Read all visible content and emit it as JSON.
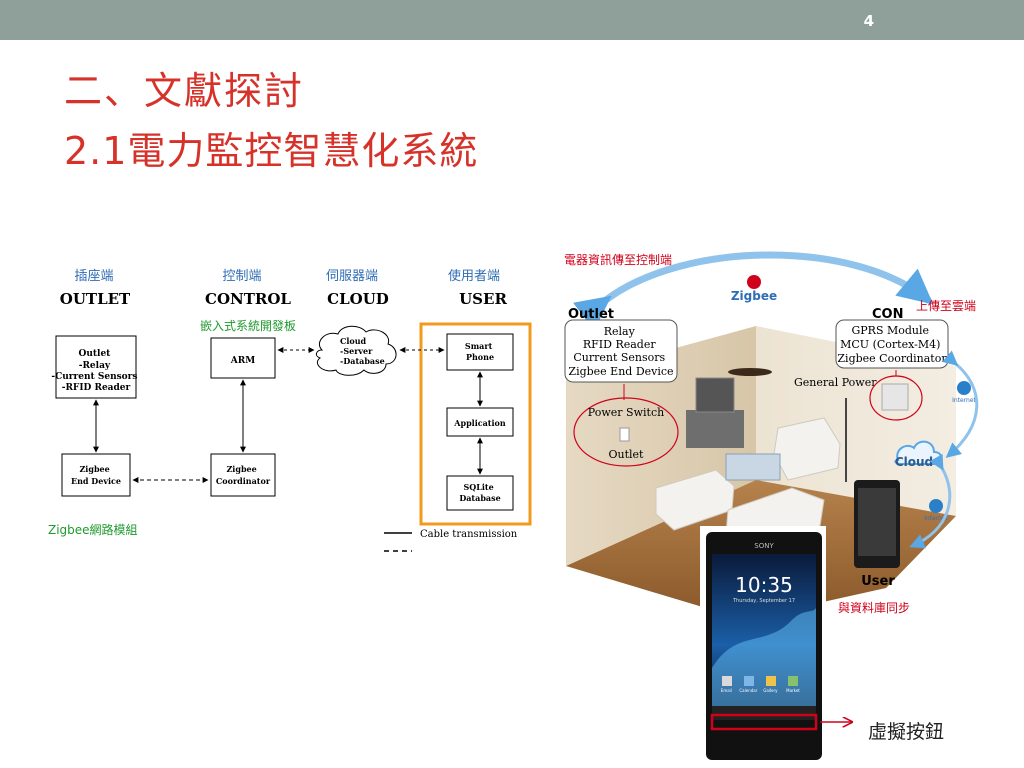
{
  "slide": {
    "page_number": "4",
    "title_line1": "二、文獻探討",
    "title_line2": "2.1電力監控智慧化系統"
  },
  "colors": {
    "title": "#d6322a",
    "topbar": "#8fa09a",
    "label_blue": "#2f6db5",
    "label_green": "#1f9a2e",
    "highlight_orange": "#f29a1c",
    "annotation_red": "#d0021b"
  },
  "block_diagram": {
    "columns": [
      {
        "zh": "插座端",
        "en": "OUTLET"
      },
      {
        "zh": "控制端",
        "en": "CONTROL"
      },
      {
        "zh": "伺服器端",
        "en": "CLOUD"
      },
      {
        "zh": "使用者端",
        "en": "USER"
      }
    ],
    "embedded_label": "嵌入式系統開發板",
    "zigbee_module_label": "Zigbee網路模組",
    "outlet_box": [
      "Outlet",
      "-Relay",
      "-Current Sensors",
      "-RFID Reader"
    ],
    "arm_box": "ARM",
    "cloud_box": [
      "Cloud",
      "-Server",
      "-Database"
    ],
    "smartphone_box": [
      "Smart",
      "Phone"
    ],
    "application_box": "Application",
    "sqlite_box": [
      "SQLite",
      "Database"
    ],
    "zigbee_end_box": [
      "Zigbee",
      "End Device"
    ],
    "zigbee_coord_box": [
      "Zigbee",
      "Coordinator"
    ],
    "legend_cable": "Cable transmission"
  },
  "room_diagram": {
    "top_annotation": "電器資訊傳至控制端",
    "zigbee_logo": "Zigbee",
    "outlet_title": "Outlet",
    "outlet_lines": [
      "Relay",
      "RFID Reader",
      "Current Sensors",
      "Zigbee End Device"
    ],
    "con_title": "CON",
    "con_lines": [
      "GPRS Module",
      "MCU (Cortex-M4)",
      "Zigbee Coordinator"
    ],
    "upload_annotation": "上傳至雲端",
    "general_power": "General Power",
    "power_switch": "Power Switch",
    "outlet_label": "Outlet",
    "internet_label_1": "Internet",
    "internet_label_2": "Internet",
    "cloud_label": "Cloud",
    "user_label": "User",
    "sync_annotation": "與資料庫同步",
    "virtual_button": "虛擬按鈕"
  },
  "phone": {
    "brand": "SONY",
    "clock": "10:35",
    "date": "Thursday, September 17",
    "apps": [
      "Email",
      "Calendar",
      "Gallery",
      "Market"
    ]
  }
}
